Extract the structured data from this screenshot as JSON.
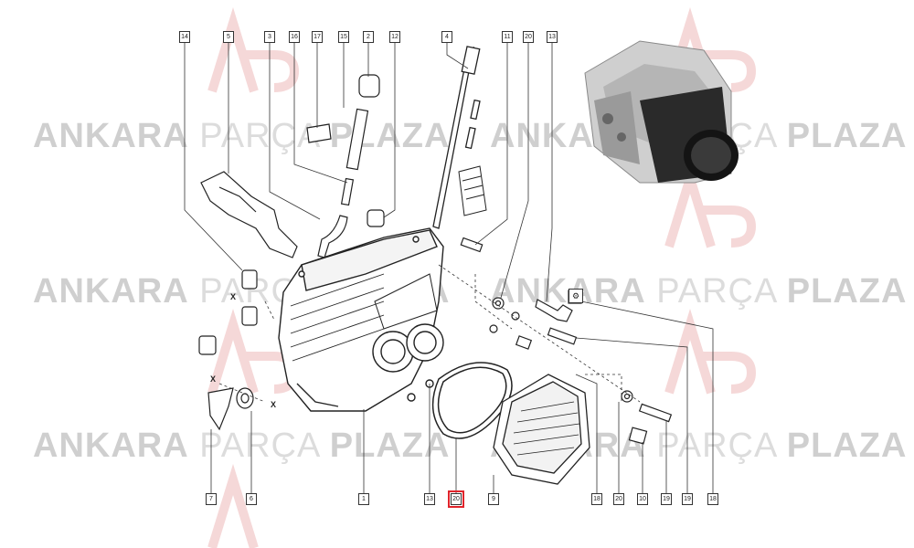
{
  "watermark": {
    "brand_dark_1": "ANKARA",
    "brand_light": "PARÇA",
    "brand_dark_2": "PLAZA"
  },
  "callouts": {
    "top_row": [
      "14",
      "5",
      "3",
      "16",
      "17",
      "15",
      "2",
      "12",
      "4",
      "11",
      "20",
      "13"
    ],
    "bottom_row": [
      "7",
      "6",
      "1",
      "13",
      "20",
      "9",
      "18",
      "20",
      "10",
      "19",
      "19",
      "18"
    ],
    "highlighted_index": 4,
    "highlight_color": "#e0242b"
  },
  "marks": {
    "x": "X"
  }
}
